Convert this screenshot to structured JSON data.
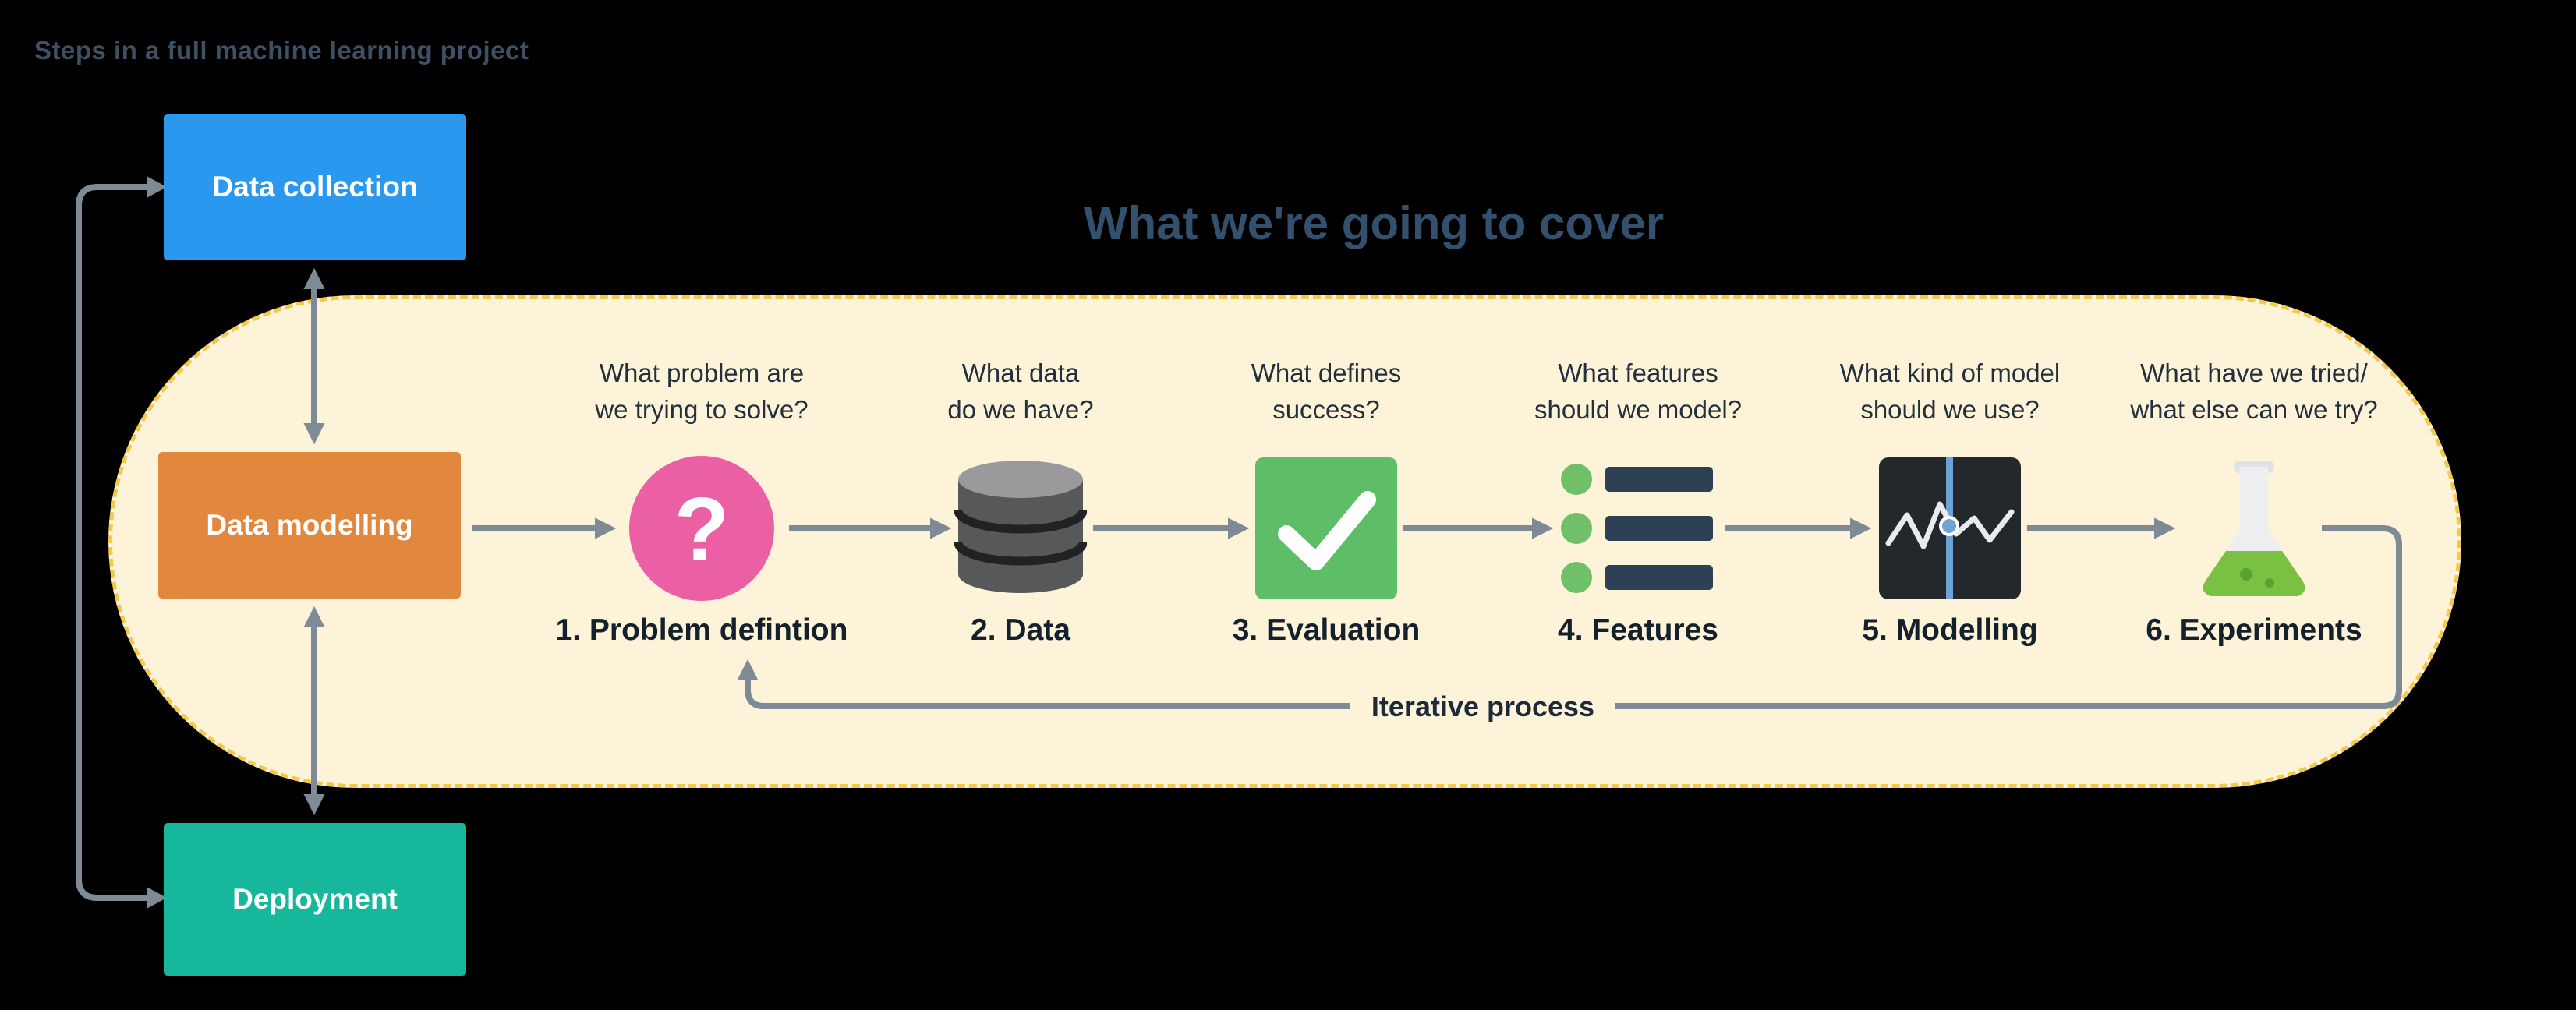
{
  "header": {
    "title": "Steps in a full machine learning project"
  },
  "main": {
    "title": "What we're going to cover"
  },
  "cycle": {
    "nodes": [
      {
        "label": "Data collection",
        "color": "#2b98ef"
      },
      {
        "label": "Data modelling",
        "color": "#e2873e"
      },
      {
        "label": "Deployment",
        "color": "#17b79c"
      }
    ]
  },
  "pipeline": {
    "steps": [
      {
        "icon": "question-circle-icon",
        "question": "What problem are\nwe trying to solve?",
        "label": "1. Problem defintion"
      },
      {
        "icon": "database-icon",
        "question": "What data\ndo we have?",
        "label": "2. Data"
      },
      {
        "icon": "checkmark-icon",
        "question": "What defines\nsuccess?",
        "label": "3. Evaluation"
      },
      {
        "icon": "feature-list-icon",
        "question": "What features\nshould we model?",
        "label": "4. Features"
      },
      {
        "icon": "model-chart-icon",
        "question": "What kind of model\nshould we use?",
        "label": "5. Modelling"
      },
      {
        "icon": "flask-icon",
        "question": "What have we tried/\nwhat else can we try?",
        "label": "6. Experiments"
      }
    ],
    "iterative_label": "Iterative process"
  },
  "colors": {
    "background": "#000000",
    "pill_background": "#fdf3d8",
    "pill_border": "#f4c94b",
    "arrow": "#7e8a96",
    "heading_text": "#3e5063",
    "title_text": "#33506e",
    "question_text": "#22303d",
    "step_label_text": "#14202b",
    "question_circle_pink": "#eb5fa4",
    "check_green": "#5dbe67",
    "feature_dot_green": "#6fc069",
    "feature_bar_slate": "#2e4154",
    "model_square_dark": "#23282d",
    "model_line_blue": "#6fa3d8",
    "flask_liquid_green": "#7ac143",
    "node_blue": "#2b98ef",
    "node_orange": "#e2873e",
    "node_teal": "#17b79c"
  }
}
